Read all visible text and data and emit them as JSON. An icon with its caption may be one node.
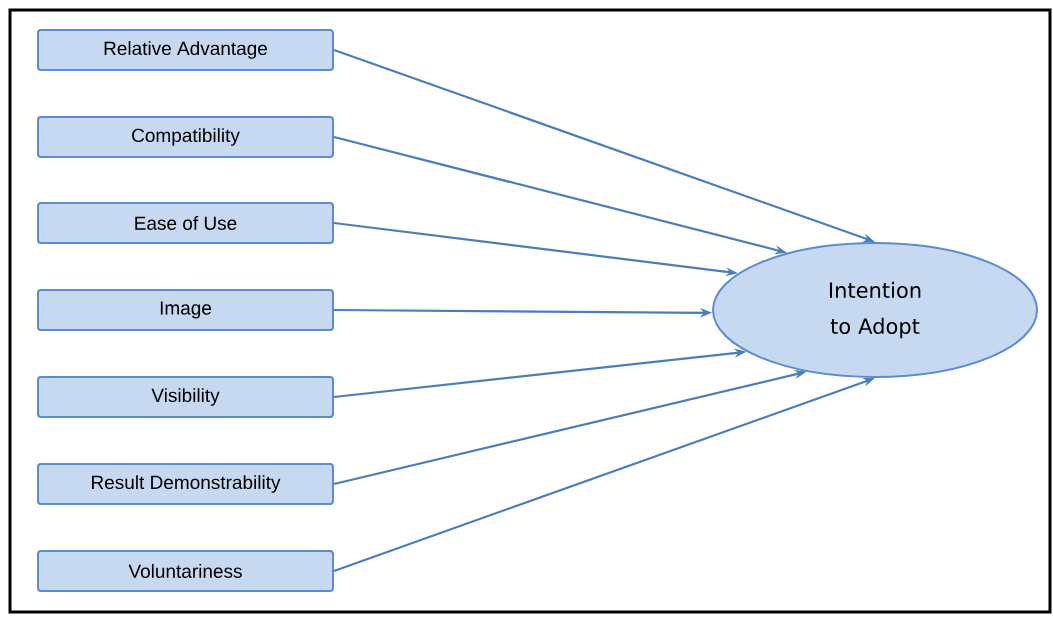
{
  "diagram": {
    "nodes": [
      {
        "text": [
          "Relative Advantage"
        ]
      },
      {
        "text": [
          "Compatibility"
        ]
      },
      {
        "text": [
          "Ease of Use"
        ]
      },
      {
        "text": [
          "Image"
        ]
      },
      {
        "text": [
          "Visibility"
        ]
      },
      {
        "text": [
          "Result Demonstrability"
        ]
      },
      {
        "text": [
          "Voluntariness"
        ]
      },
      {
        "text": [
          "Intention to Adopt"
        ]
      }
    ],
    "edges": [
      {
        "from": 0,
        "to": 7,
        "arrow": "to"
      },
      {
        "from": 1,
        "to": 7,
        "arrow": "to"
      },
      {
        "from": 2,
        "to": 7,
        "arrow": "to"
      },
      {
        "from": 3,
        "to": 7,
        "arrow": "to"
      },
      {
        "from": 4,
        "to": 7,
        "arrow": "to"
      },
      {
        "from": 5,
        "to": 7,
        "arrow": "to"
      },
      {
        "from": 6,
        "to": 7,
        "arrow": "to"
      }
    ]
  }
}
